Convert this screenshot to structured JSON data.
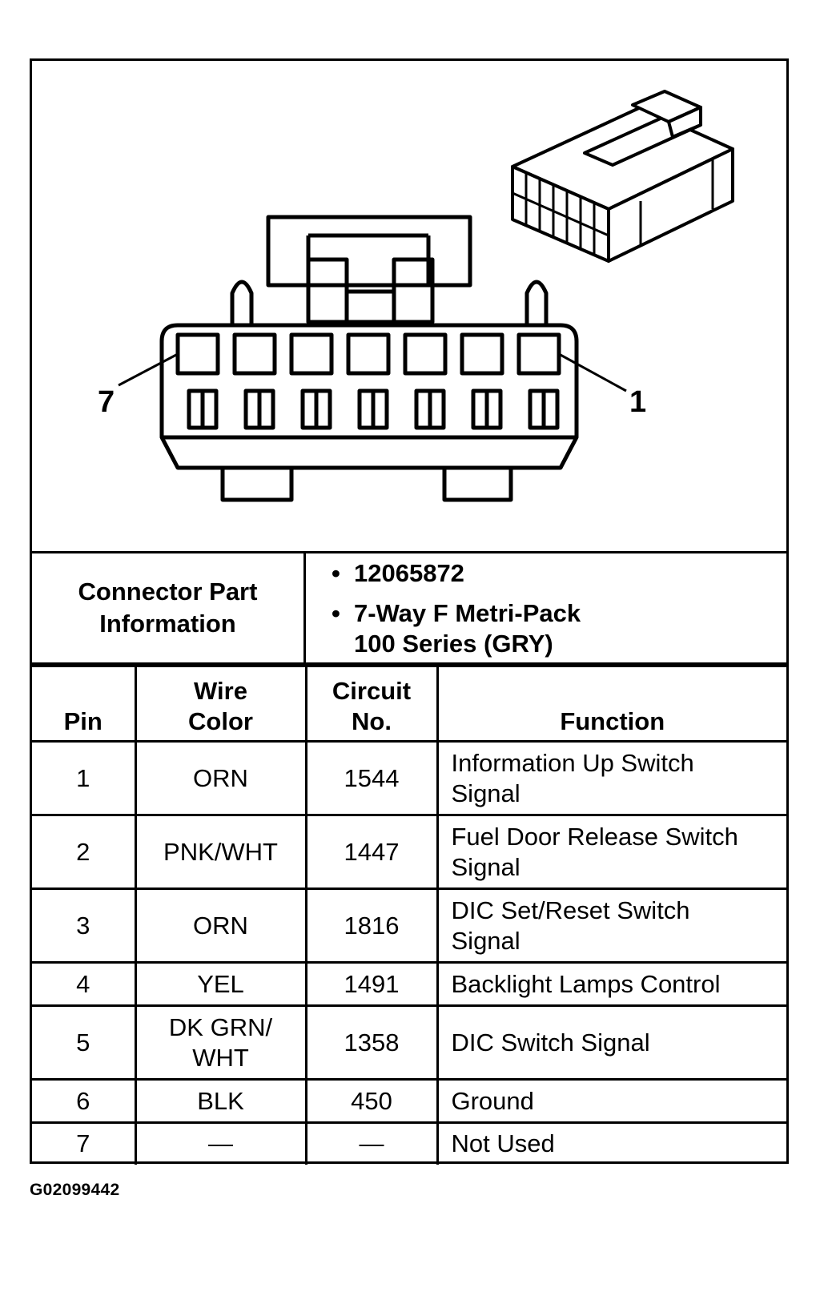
{
  "diagram": {
    "pin_labels": {
      "left": "7",
      "right": "1"
    }
  },
  "part_info": {
    "label": "Connector Part Information",
    "values": [
      "12065872",
      "7-Way F Metri-Pack 100 Series (GRY)"
    ]
  },
  "table": {
    "headers": {
      "pin": "Pin",
      "wire_color": "Wire Color",
      "circuit_no": "Circuit No.",
      "function": "Function"
    },
    "rows": [
      {
        "pin": "1",
        "wire_color": "ORN",
        "circuit_no": "1544",
        "function": "Information Up Switch Signal"
      },
      {
        "pin": "2",
        "wire_color": "PNK/WHT",
        "circuit_no": "1447",
        "function": "Fuel Door Release Switch Signal"
      },
      {
        "pin": "3",
        "wire_color": "ORN",
        "circuit_no": "1816",
        "function": "DIC Set/Reset Switch Signal"
      },
      {
        "pin": "4",
        "wire_color": "YEL",
        "circuit_no": "1491",
        "function": "Backlight Lamps Control"
      },
      {
        "pin": "5",
        "wire_color": "DK GRN/ WHT",
        "circuit_no": "1358",
        "function": "DIC Switch Signal"
      },
      {
        "pin": "6",
        "wire_color": "BLK",
        "circuit_no": "450",
        "function": "Ground"
      },
      {
        "pin": "7",
        "wire_color": "—",
        "circuit_no": "—",
        "function": "Not Used"
      }
    ]
  },
  "caption": "G02099442"
}
